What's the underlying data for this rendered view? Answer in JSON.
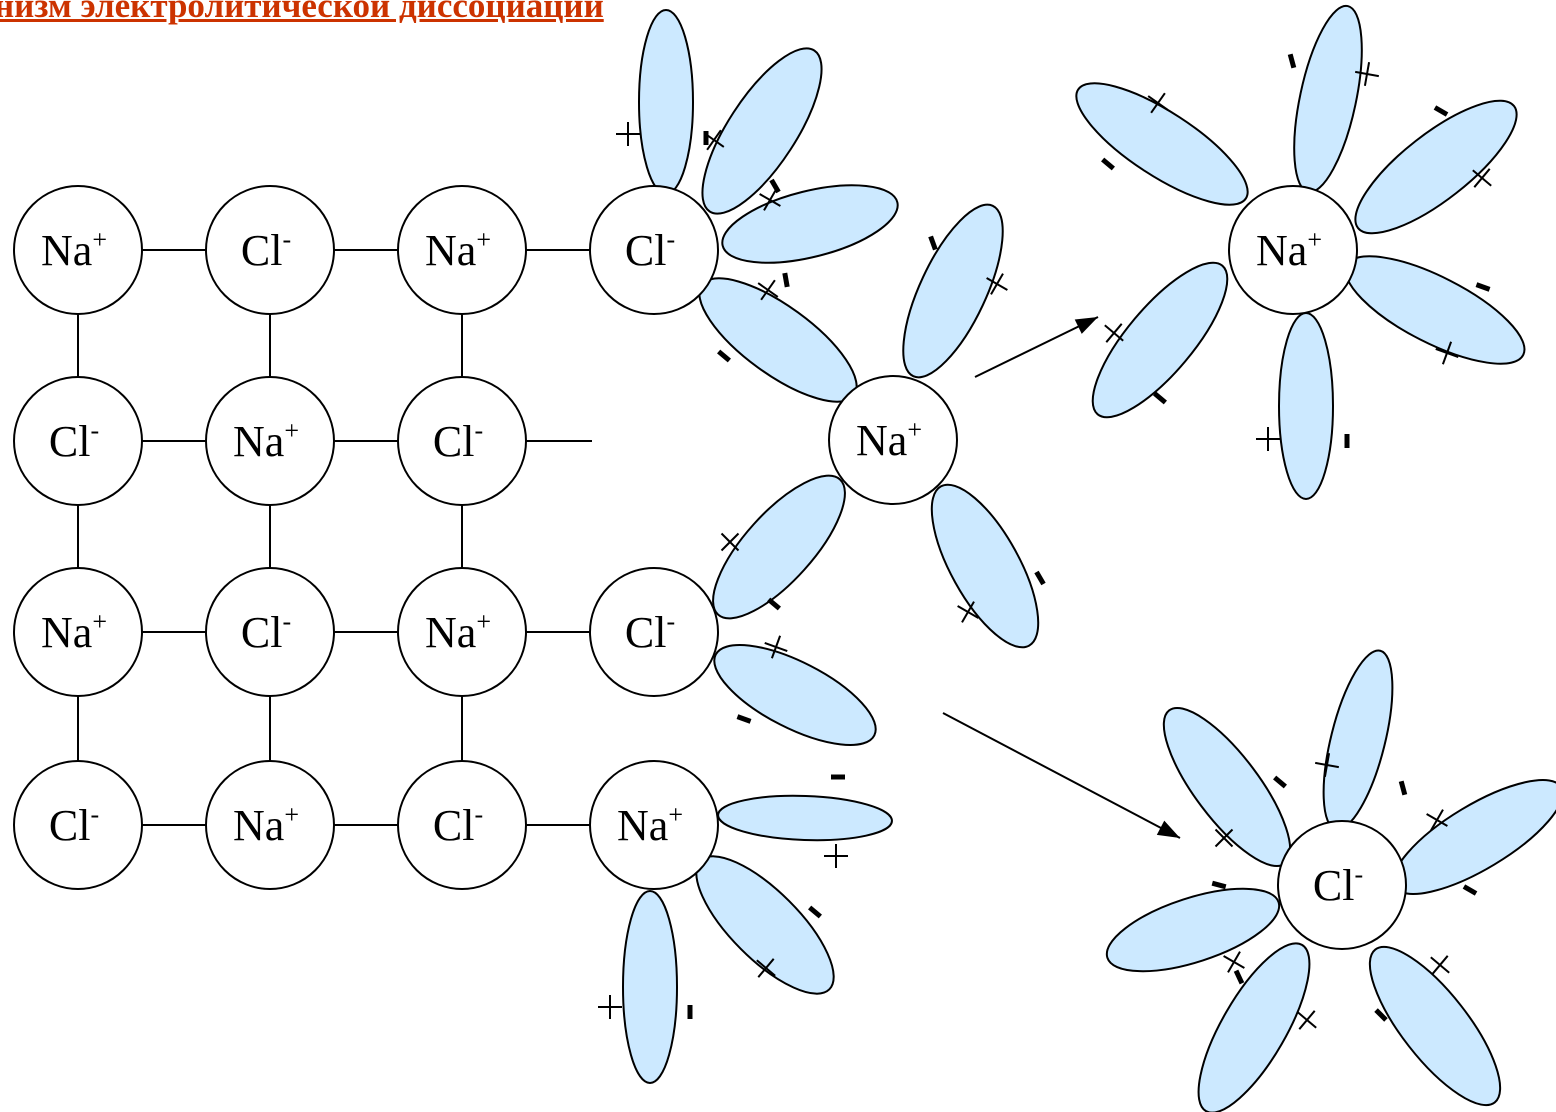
{
  "title": "низм электролитической диссоциации",
  "colors": {
    "title": "#cc3300",
    "water": "#cce9ff",
    "stroke": "#000000"
  },
  "ions": {
    "na": {
      "symbol": "Na",
      "charge": "+"
    },
    "cl": {
      "symbol": "Cl",
      "charge": "-"
    }
  },
  "lattice_rows": [
    [
      "na",
      "cl",
      "na",
      "cl"
    ],
    [
      "cl",
      "na",
      "cl",
      null
    ],
    [
      "na",
      "cl",
      "na",
      "cl"
    ],
    [
      "cl",
      "na",
      "cl",
      "na"
    ]
  ],
  "free_ions": [
    {
      "id": "detaching-na",
      "ion": "na"
    },
    {
      "id": "hydrated-na",
      "ion": "na"
    },
    {
      "id": "hydrated-cl",
      "ion": "cl"
    }
  ],
  "dipole_signs": {
    "positive": "+",
    "negative": "-"
  }
}
